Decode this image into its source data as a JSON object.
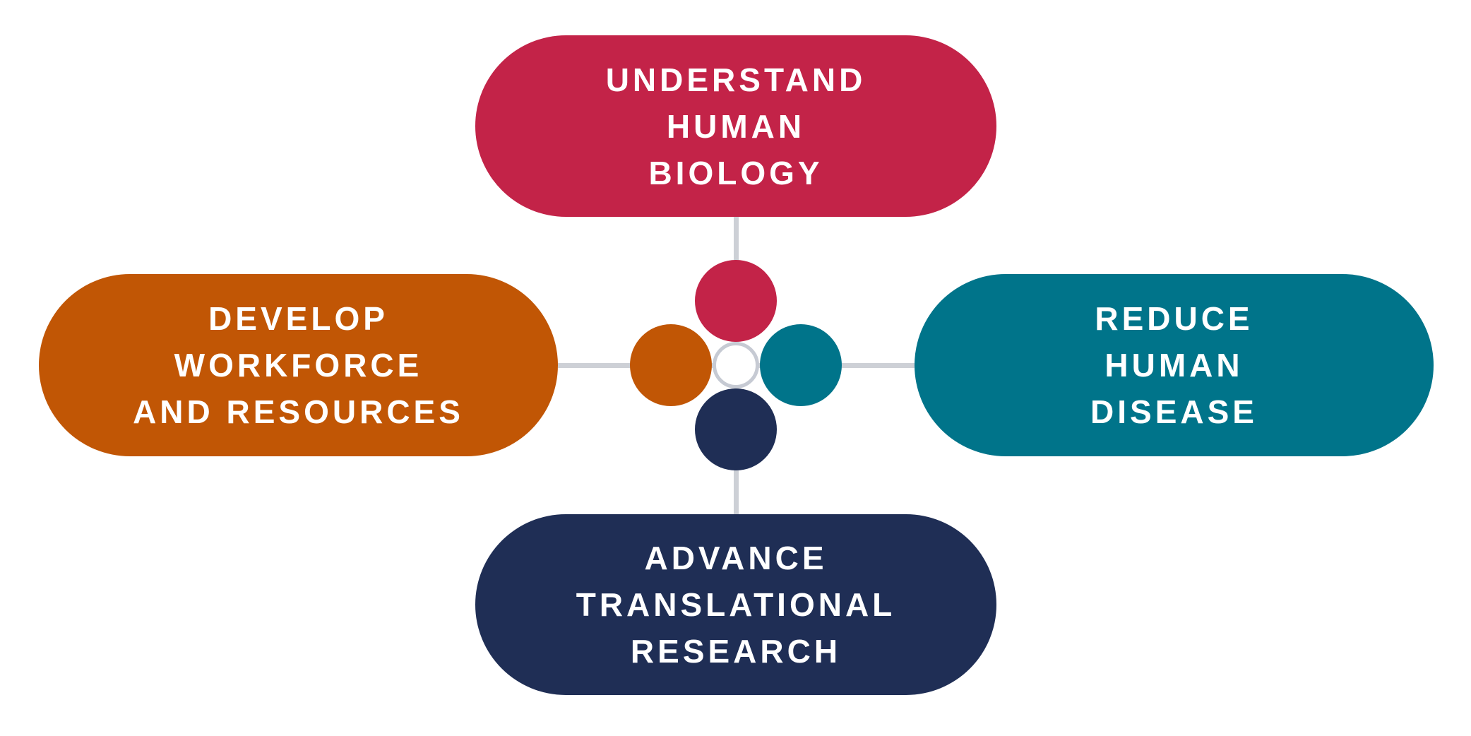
{
  "diagram": {
    "nodes": [
      {
        "id": "understand-human-biology",
        "position": "top",
        "color": "#C32348",
        "lines": [
          "UNDERSTAND",
          "HUMAN",
          "BIOLOGY"
        ]
      },
      {
        "id": "develop-workforce-and-resources",
        "position": "left",
        "color": "#C15605",
        "lines": [
          "DEVELOP",
          "WORKFORCE",
          "AND RESOURCES"
        ]
      },
      {
        "id": "reduce-human-disease",
        "position": "right",
        "color": "#00748A",
        "lines": [
          "REDUCE",
          "HUMAN",
          "DISEASE"
        ]
      },
      {
        "id": "advance-translational-research",
        "position": "bottom",
        "color": "#1F2E55",
        "lines": [
          "ADVANCE",
          "TRANSLATIONAL",
          "RESEARCH"
        ]
      }
    ],
    "hub": {
      "ring_fill": "#FFFFFF",
      "ring_border_color": "#C6CAD3",
      "connector_color": "#CDD0D6",
      "dot_colors": {
        "top": "#C32348",
        "left": "#C15605",
        "right": "#00748A",
        "bottom": "#1F2E55"
      }
    },
    "text_color": "#FFFFFF",
    "background_color": "#FFFFFF"
  }
}
